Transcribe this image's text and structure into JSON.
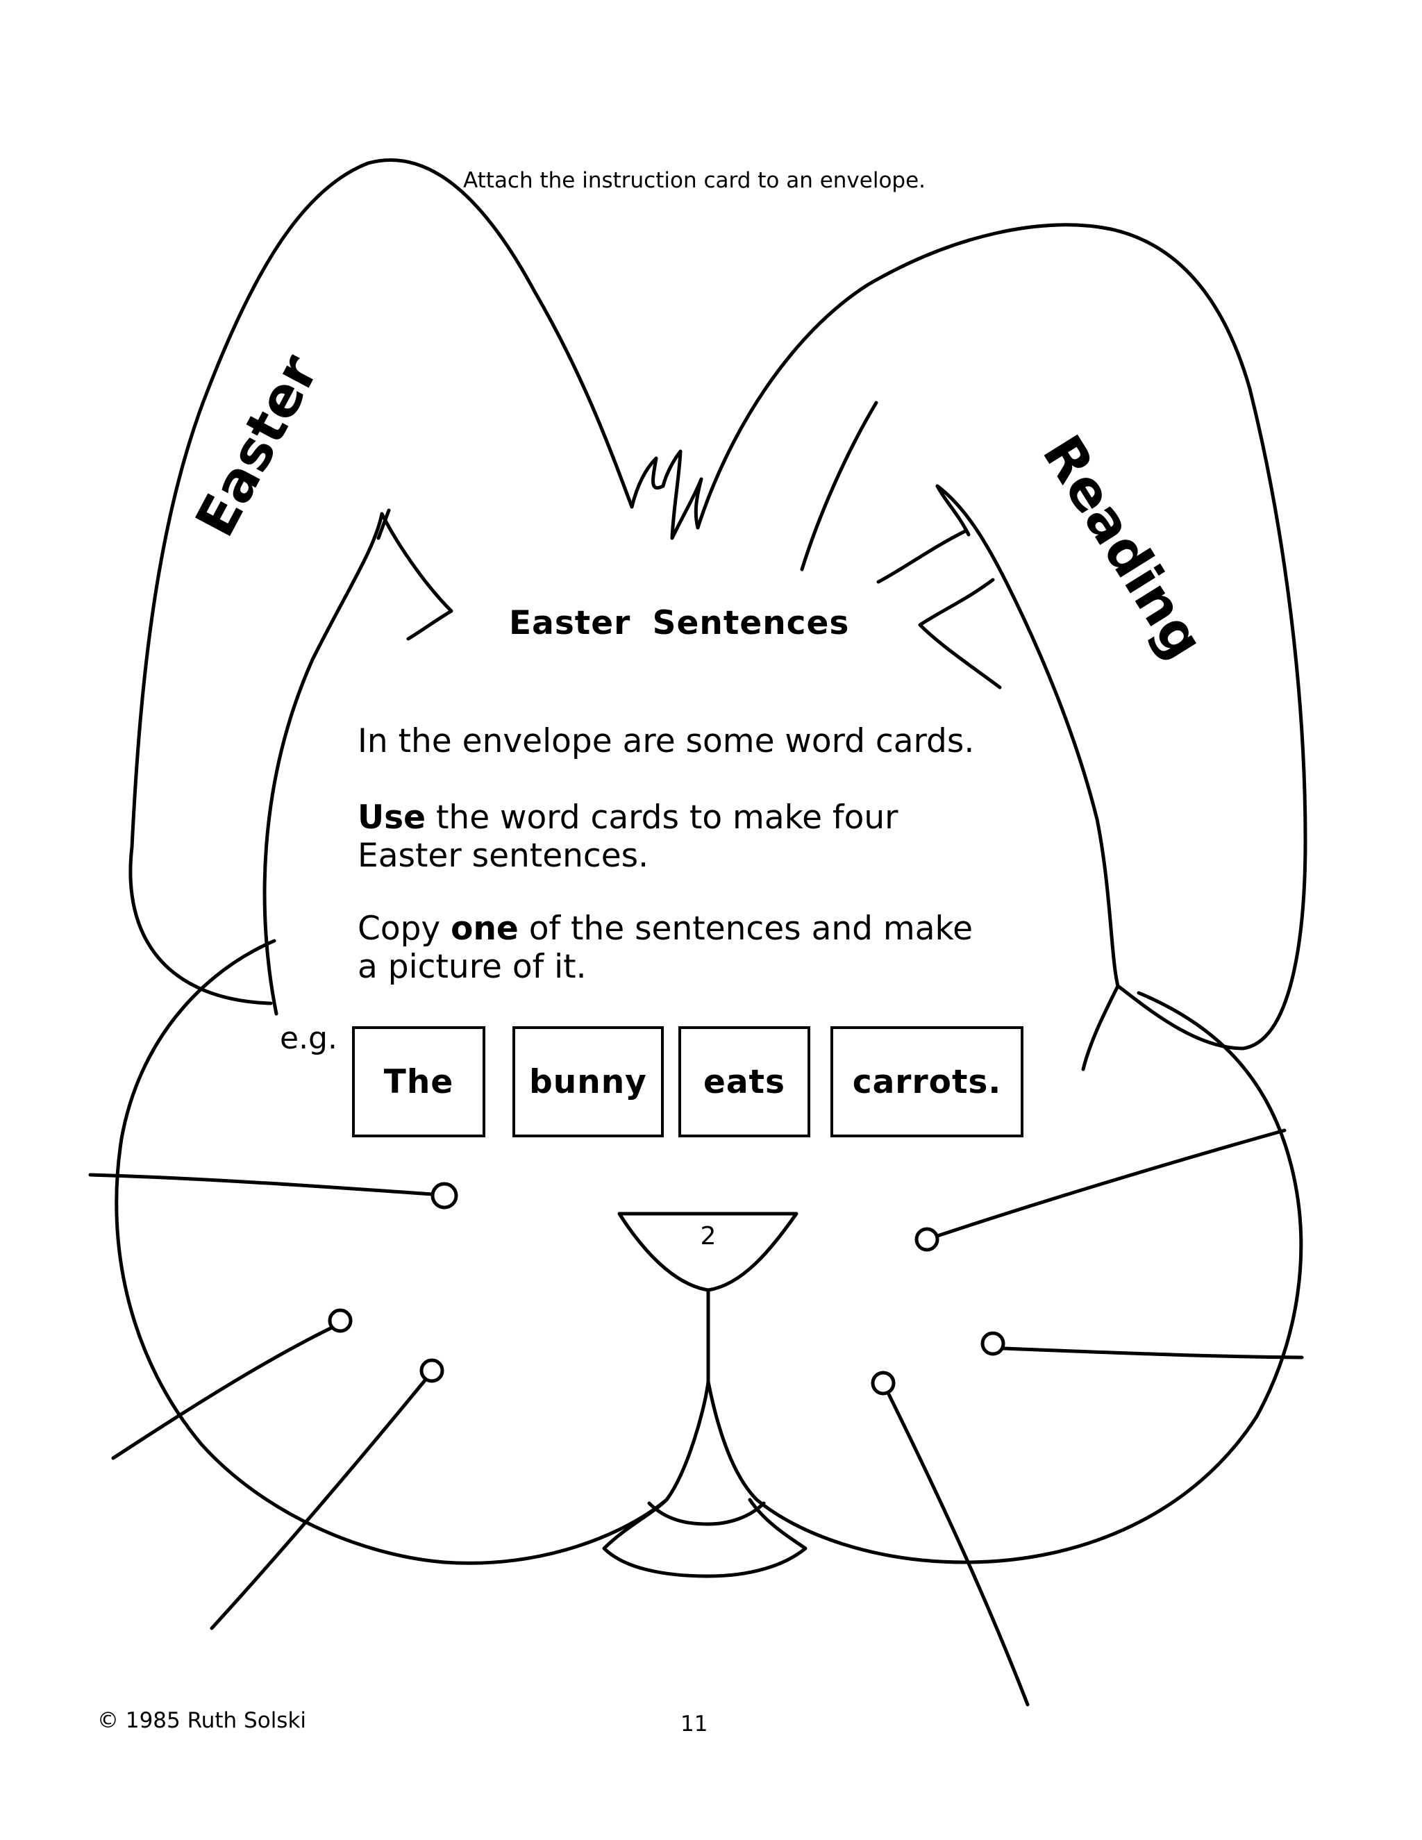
{
  "header": {
    "instruction": "Attach the instruction card to an envelope."
  },
  "ears": {
    "left_label": "Easter",
    "right_label": "Reading"
  },
  "card": {
    "title": "Easter  Sentences",
    "line1": "In the envelope are some word cards.",
    "line2_bold": "Use",
    "line2_rest_a": " the word cards to make four",
    "line2_rest_b": "Easter sentences.",
    "line3_pre": "Copy ",
    "line3_bold": "one",
    "line3_rest_a": " of the sentences and make",
    "line3_rest_b": "a picture of it.",
    "example_label": "e.g.",
    "word_cards": [
      "The",
      "bunny",
      "eats",
      "carrots."
    ]
  },
  "nose": {
    "number": "2"
  },
  "footer": {
    "copyright": "© 1985 Ruth Solski",
    "page_number": "11"
  }
}
